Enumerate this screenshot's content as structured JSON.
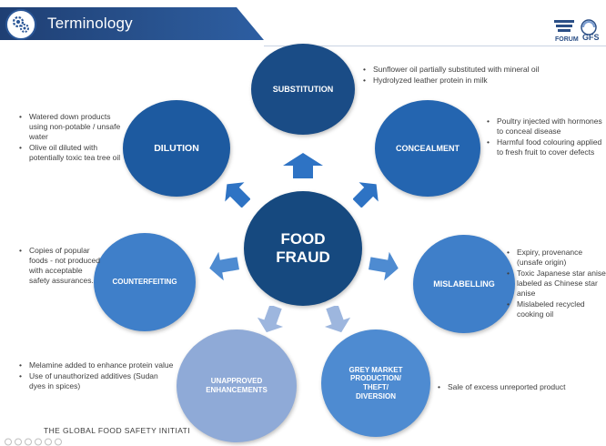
{
  "header": {
    "title": "Terminology",
    "logo_top": "FORUM",
    "logo_side": "GFS"
  },
  "center": {
    "line1": "FOOD",
    "line2": "FRAUD"
  },
  "nodes": {
    "substitution": "SUBSTITUTION",
    "dilution": "DILUTION",
    "concealment": "CONCEALMENT",
    "counterfeiting": "COUNTERFEITING",
    "mislabelling": "MISLABELLING",
    "unapproved": {
      "line1": "UNAPPROVED",
      "line2": "ENHANCEMENTS"
    },
    "grey": {
      "line1": "GREY MARKET",
      "line2": "PRODUCTION/",
      "line3": "THEFT/",
      "line4": "DIVERSION"
    }
  },
  "bullets": {
    "substitution": [
      "Sunflower oil partially substituted with mineral oil",
      "Hydrolyzed leather protein in milk"
    ],
    "dilution": [
      "Watered down products using non-potable / unsafe water",
      "Olive oil diluted with potentially toxic tea tree oil"
    ],
    "concealment": [
      "Poultry injected with hormones to conceal disease",
      "Harmful food colouring applied to fresh fruit to cover defects"
    ],
    "counterfeiting": [
      "Copies of popular foods - not produced with acceptable safety assurances."
    ],
    "mislabelling": [
      "Expiry, provenance (unsafe origin)",
      "Toxic Japanese star anise labeled as Chinese star anise",
      "Mislabeled recycled cooking oil"
    ],
    "unapproved": [
      "Melamine added to enhance protein value",
      "Use of unauthorized additives (Sudan dyes in spices)"
    ],
    "grey": [
      "Sale of excess unreported product"
    ]
  },
  "footer": {
    "text": "THE GLOBAL FOOD SAFETY INITIATI"
  },
  "colors": {
    "header": "#1f3f73",
    "center": "#16497f",
    "dark_node": "#1a4c86",
    "mid_node": "#2465b0",
    "light_node": "#3f7fc9",
    "pale_node": "#8faad7",
    "arrow": "#2e73c4"
  }
}
